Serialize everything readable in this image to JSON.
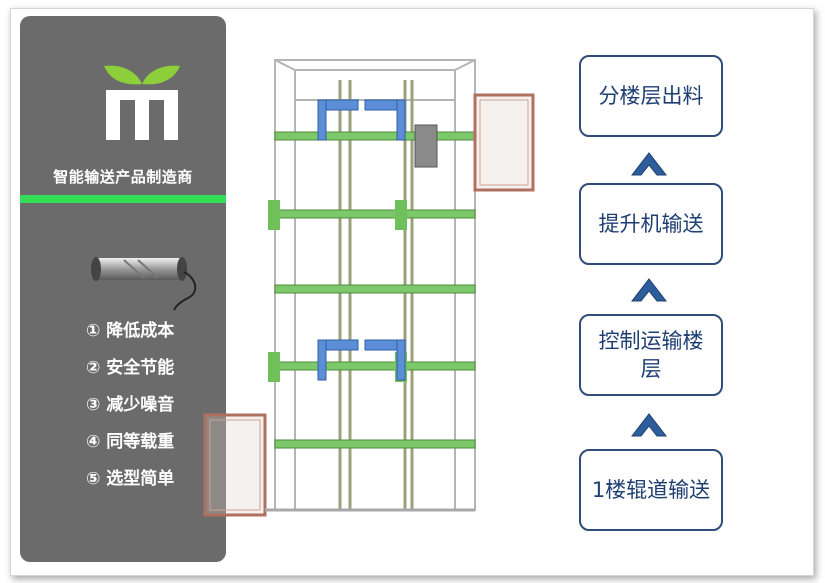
{
  "brand": {
    "tagline": "智能输送产品制造商",
    "logo_color": "#8ccf3a",
    "accent_bar_color": "#33dd55"
  },
  "features": [
    "① 降低成本",
    "② 安全节能",
    "③ 减少噪音",
    "④ 同等载重",
    "⑤ 选型简单"
  ],
  "flow": {
    "steps": [
      "分楼层出料",
      "提升机输送",
      "控制运输楼层",
      "1楼辊道输送"
    ],
    "box_border_color": "#2f4d78",
    "arrow_color": "#2d5d9a",
    "text_color": "#1f3f73"
  }
}
